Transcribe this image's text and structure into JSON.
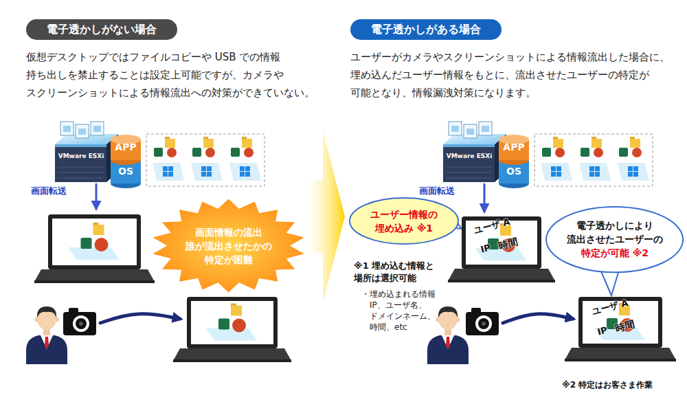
{
  "diagram": {
    "nodes": [
      {
        "text": [
          "電子透かしがない場合"
        ]
      },
      {
        "text": [
          "電子透かしがある場合"
        ]
      },
      {
        "text": [
          "画面情報の流出 誰が流出させたかの 特定が困難"
        ]
      },
      {
        "text": [
          "ユーザー情報の 埋め込み ※1"
        ]
      },
      {
        "text": [
          "電子透かしにより 流出させたユーザーの",
          "特定が可能 ※2"
        ]
      }
    ],
    "labels": [
      "仮想デスクトップではファイルコピーや USB での情報 持ち出しを禁止することは設定上可能ですが、カメラや スクリーンショットによる情報流出への対策ができていない。",
      "ユーザーがカメラやスクリーンショットによる情報流出した場合に、 埋め込んだユーザー情報をもとに、流出させたユーザーの特定が 可能となり、情報漏洩対策になります。",
      "VMware ESXi",
      "APP",
      "OS",
      "VMware ESXi",
      "APP",
      "OS",
      "画面転送",
      "画面転送",
      "ユーザ A",
      "IP",
      "時間",
      "※1 埋め込む情報と 場所は選択可能",
      "・埋め込まれる情報",
      "IP、ユーザ名、 ドメインネーム、 時間、etc",
      "ユーザ A",
      "IP",
      "時間",
      "※2 特定はお客さま作業"
    ]
  }
}
